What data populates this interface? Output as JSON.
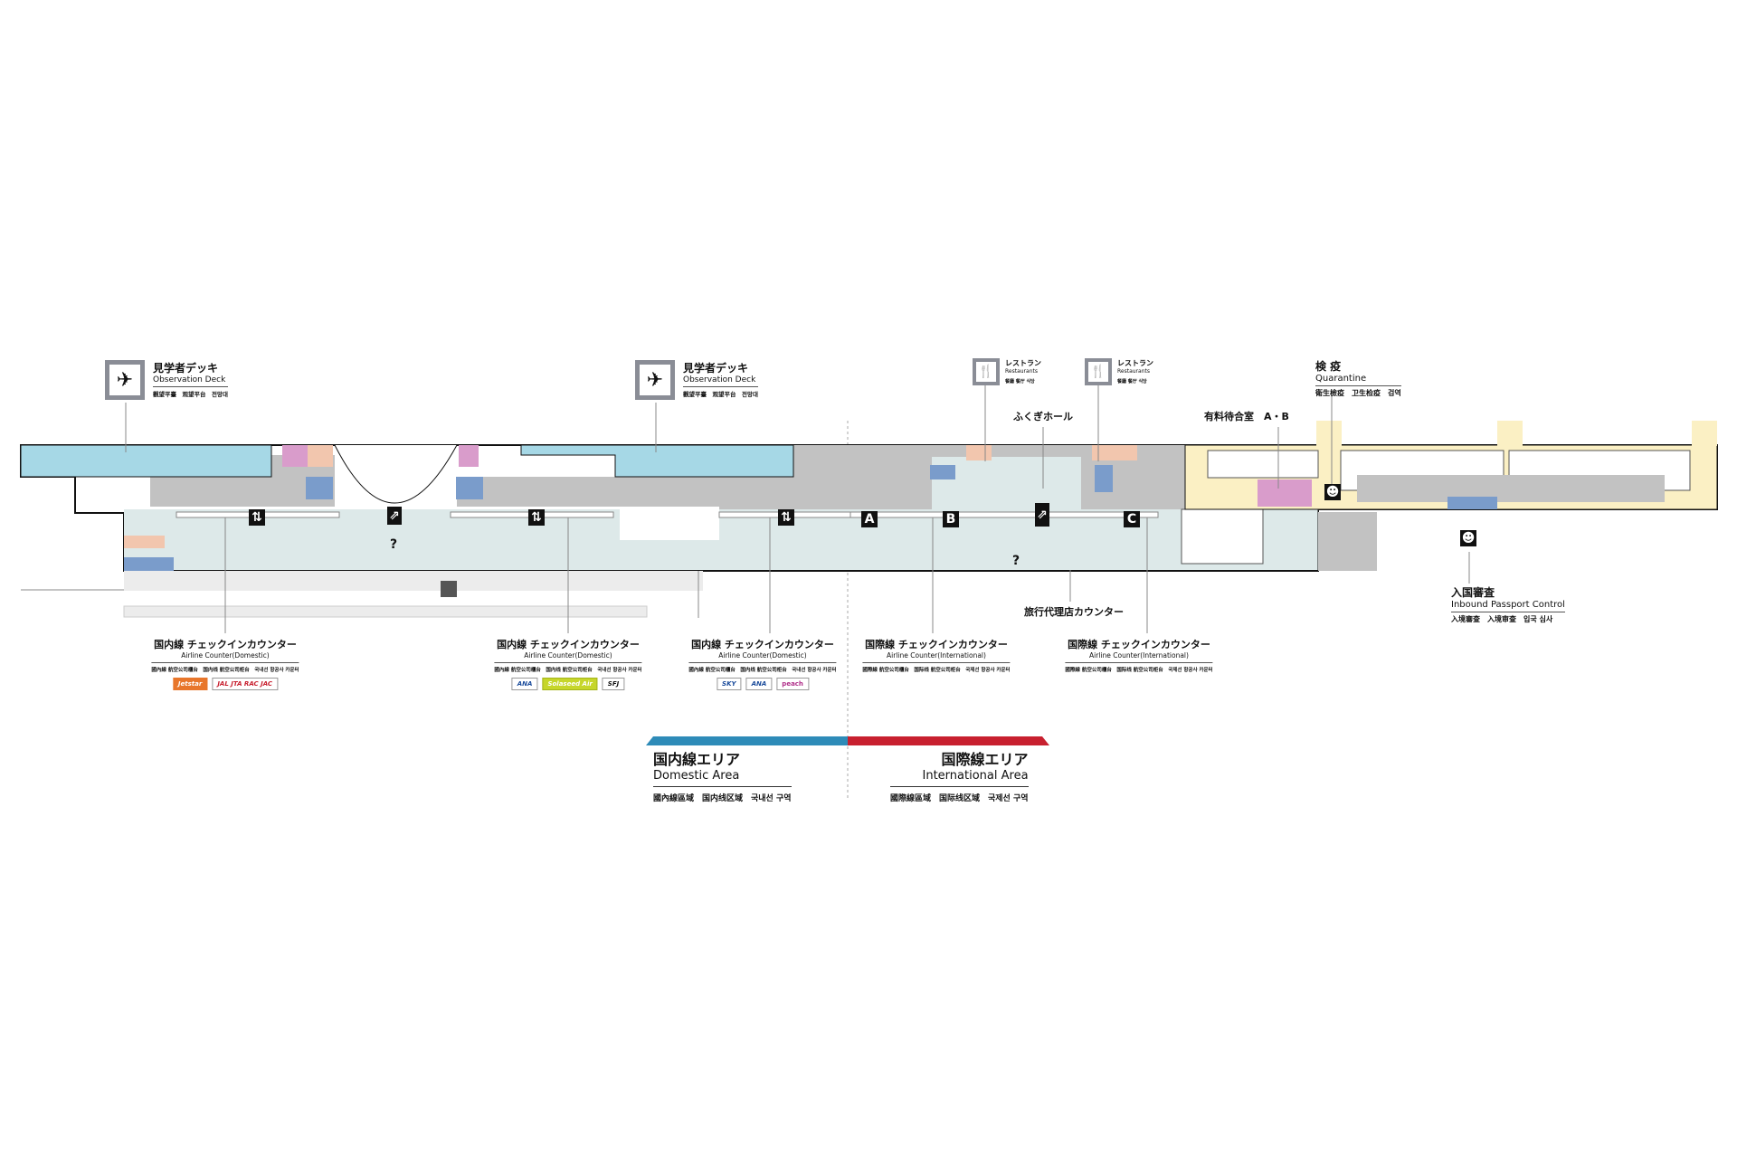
{
  "observation_decks": [
    {
      "jp": "見学者デッキ",
      "en": "Observation Deck",
      "multi": "觀望平臺　观望平台　전망대",
      "icon": "observation-deck-icon"
    },
    {
      "jp": "見学者デッキ",
      "en": "Observation Deck",
      "multi": "觀望平臺　观望平台　전망대",
      "icon": "observation-deck-icon"
    }
  ],
  "restaurants": [
    {
      "jp": "レストラン",
      "en": "Restaurants",
      "multi": "餐廳 餐厅 식당",
      "icon": "restaurant-icon"
    },
    {
      "jp": "レストラン",
      "en": "Restaurants",
      "multi": "餐廳 餐厅 식당",
      "icon": "restaurant-icon"
    }
  ],
  "places": {
    "fukugi_hall": "ふくぎホール",
    "paid_lounge": "有料待合室　A・B",
    "travel_agency": "旅行代理店カウンター"
  },
  "quarantine": {
    "jp": "検 疫",
    "en": "Quarantine",
    "multi": "衛生檢疫　卫生检疫　검역"
  },
  "passport": {
    "jp": "入国審査",
    "en": "Inbound Passport Control",
    "multi": "入境審查　入境审查　입국 심사"
  },
  "counters": [
    {
      "jp": "国内線 チェックインカウンター",
      "en": "Airline Counter(Domestic)",
      "multi": "國內線 航空公司櫃台　国内线 航空公司柜台　국내선 항공사 카운터",
      "logos": [
        "Jetstar",
        "JAL JTA RAC JAC"
      ]
    },
    {
      "jp": "国内線 チェックインカウンター",
      "en": "Airline Counter(Domestic)",
      "multi": "國內線 航空公司櫃台　国内线 航空公司柜台　국내선 항공사 카운터",
      "logos": [
        "ANA",
        "Solaseed Air",
        "SFJ"
      ]
    },
    {
      "jp": "国内線 チェックインカウンター",
      "en": "Airline Counter(Domestic)",
      "multi": "國內線 航空公司櫃台　国内线 航空公司柜台　국내선 항공사 카운터",
      "logos": [
        "SKY",
        "ANA",
        "peach"
      ]
    },
    {
      "jp": "国際線 チェックインカウンター",
      "en": "Airline Counter(International)",
      "multi": "國際線 航空公司櫃台　国际线 航空公司柜台　국제선 항공사 카운터",
      "logos": []
    },
    {
      "jp": "国際線 チェックインカウンター",
      "en": "Airline Counter(International)",
      "multi": "國際線 航空公司櫃台　国际线 航空公司柜台　국제선 항공사 카운터",
      "logos": []
    }
  ],
  "counter_markers": [
    "A",
    "B",
    "C"
  ],
  "areas": {
    "domestic": {
      "jp": "国内線エリア",
      "en": "Domestic Area",
      "multi": "國內線區域　国内线区域　국내선 구역",
      "color": "#2e8bb8"
    },
    "international": {
      "jp": "国際線エリア",
      "en": "International Area",
      "multi": "國際線區域　国际线区域　국제선 구역",
      "color": "#c8202f"
    }
  },
  "colors": {
    "deck": "#a6d8e6",
    "hall": "#dde9e9",
    "restricted": "#c2c2c2",
    "intl_arrival": "#fbf0c4",
    "restroom": "#7a9ccb",
    "shop": "#f2c6ae",
    "lounge": "#d99ccb"
  }
}
